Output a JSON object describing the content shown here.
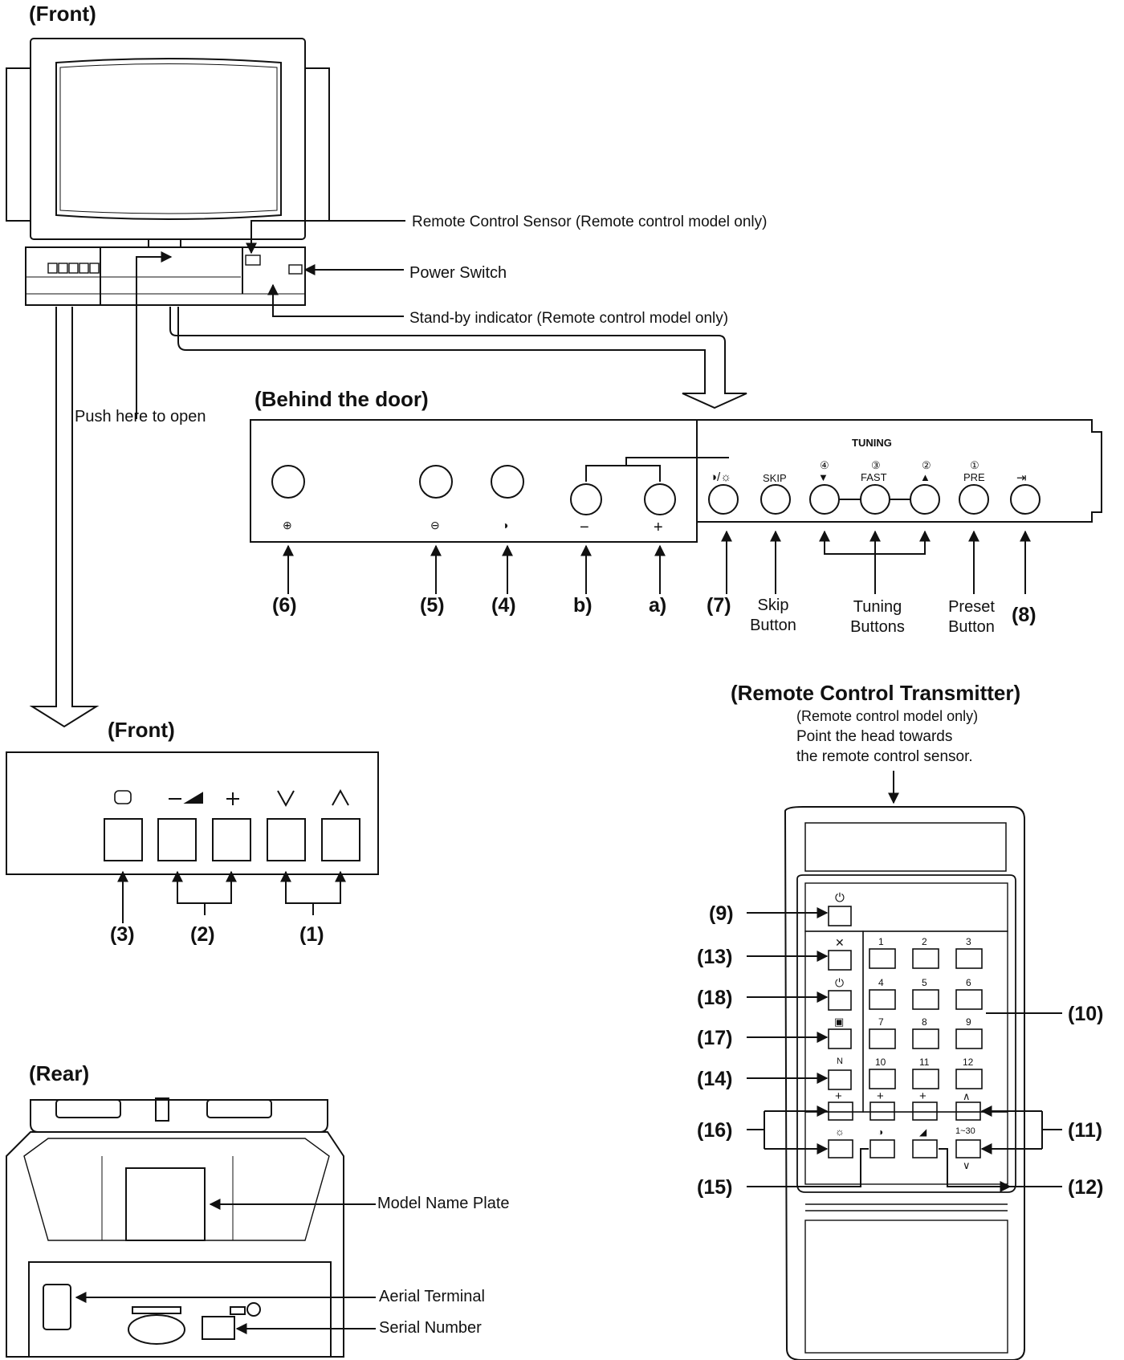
{
  "headings": {
    "front_top": "(Front)",
    "behind_door": "(Behind the door)",
    "front_panel": "(Front)",
    "rear": "(Rear)",
    "remote": "(Remote Control Transmitter)"
  },
  "tv_callouts": {
    "remote_sensor": "Remote Control Sensor (Remote control model only)",
    "power_switch": "Power  Switch",
    "standby": "Stand-by indicator (Remote control model only)",
    "push_open": "Push here to open"
  },
  "door_panel": {
    "tuning": "TUNING",
    "skip": "SKIP",
    "fast": "FAST",
    "pre": "PRE",
    "sym_colour_bright": "◑/☼",
    "minus": "−",
    "plus": "+",
    "circ4": "④",
    "circ3": "③",
    "circ2": "②",
    "circ1": "①",
    "labels": {
      "n6": "(6)",
      "n5": "(5)",
      "n4": "(4)",
      "b": "b)",
      "a": "a)",
      "n7": "(7)",
      "n8": "(8)",
      "skip_button": "Skip\nButton",
      "tuning_buttons": "Tuning\nButtons",
      "preset_button": "Preset\nButton"
    }
  },
  "front_panel": {
    "labels": {
      "n3": "(3)",
      "n2": "(2)",
      "n1": "(1)"
    }
  },
  "rear": {
    "model_plate": "Model Name Plate",
    "aerial": "Aerial Terminal",
    "serial": "Serial Number"
  },
  "remote": {
    "note_line1": "(Remote control model only)",
    "note_line2": "Point the head towards",
    "note_line3": "the remote control sensor.",
    "keys": [
      "1",
      "2",
      "3",
      "4",
      "5",
      "6",
      "7",
      "8",
      "9",
      "10",
      "11",
      "12"
    ],
    "range": "1~30",
    "labels": {
      "n9": "(9)",
      "n13": "(13)",
      "n18": "(18)",
      "n17": "(17)",
      "n14": "(14)",
      "n16": "(16)",
      "n15": "(15)",
      "n10": "(10)",
      "n11": "(11)",
      "n12": "(12)"
    }
  }
}
